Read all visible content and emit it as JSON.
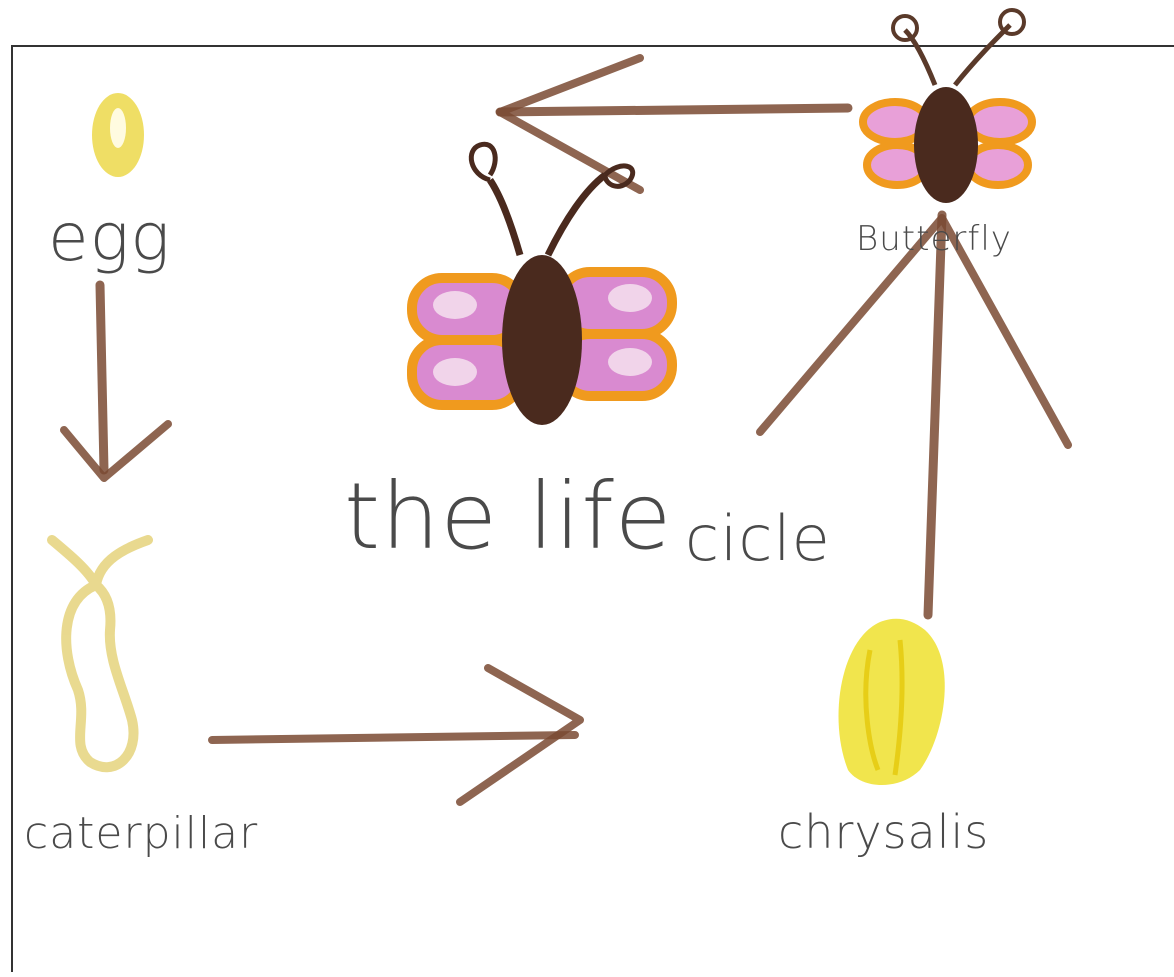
{
  "title": {
    "line1": "the life",
    "line2": "cicle"
  },
  "stages": {
    "egg": {
      "label": "egg"
    },
    "caterpillar": {
      "label": "caterpillar"
    },
    "chrysalis": {
      "label": "chrysalis"
    },
    "butterfly": {
      "label": "Butterfly"
    }
  },
  "colors": {
    "paper": "#ffffff",
    "frame": "#333333",
    "arrow_brown": "#7a4a33",
    "egg_yellow": "#ecd84a",
    "caterpillar_yellow": "#e8d88a",
    "chrysalis_yellow": "#f0e23a",
    "wing_orange": "#f09a1e",
    "wing_pink": "#d98ad0",
    "body_brown": "#4a2a1e",
    "text_gray": "#4a4a4a"
  }
}
